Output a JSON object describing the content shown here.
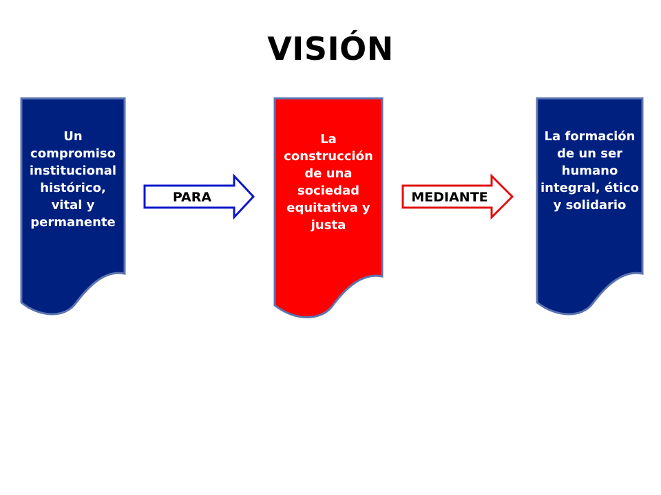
{
  "title": "VISIÓN",
  "colors": {
    "navy_fill": "#002080",
    "red_fill": "#ff0000",
    "border": "#5b74b0",
    "arrow1_stroke": "#0b17c9",
    "arrow2_stroke": "#e01010",
    "text_light": "#ffffff"
  },
  "boxes": [
    {
      "text": "Un compromiso institucional histórico, vital y permanente"
    },
    {
      "text": "La construcción de una sociedad equitativa y justa"
    },
    {
      "text": "La formación de un ser humano integral, ético y solidario"
    }
  ],
  "arrows": [
    {
      "label": "PARA"
    },
    {
      "label": "MEDIANTE"
    }
  ]
}
